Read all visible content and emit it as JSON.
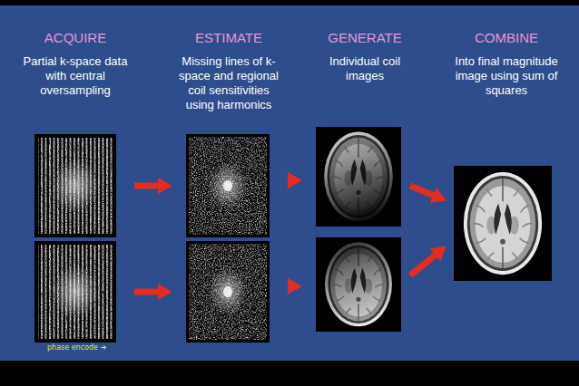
{
  "diagram": {
    "nodes": [
      {
        "text": [
          "ACQUIRE",
          "Partial k-space data with central oversampling"
        ]
      },
      {
        "text": []
      },
      {
        "text": [
          "ESTIMATE",
          "Missing lines of k-space and regional coil sensitivities using harmonics"
        ]
      },
      {
        "text": []
      },
      {
        "text": [
          "GENERATE",
          "Individual coil images"
        ]
      },
      {
        "text": []
      },
      {
        "text": [
          "COMBINE",
          "Into final magnitude image using sum of squares"
        ]
      }
    ],
    "edges": [
      {
        "from": 0,
        "to": 2,
        "arrow": "to"
      },
      {
        "from": 1,
        "to": 3,
        "arrow": "to"
      },
      {
        "from": 2,
        "to": 4,
        "arrow": "to"
      },
      {
        "from": 3,
        "to": 5,
        "arrow": "to"
      },
      {
        "from": 4,
        "to": 6,
        "arrow": "to"
      },
      {
        "from": 5,
        "to": 6,
        "arrow": "to"
      }
    ],
    "labels": [
      "phase encode ➔"
    ]
  }
}
